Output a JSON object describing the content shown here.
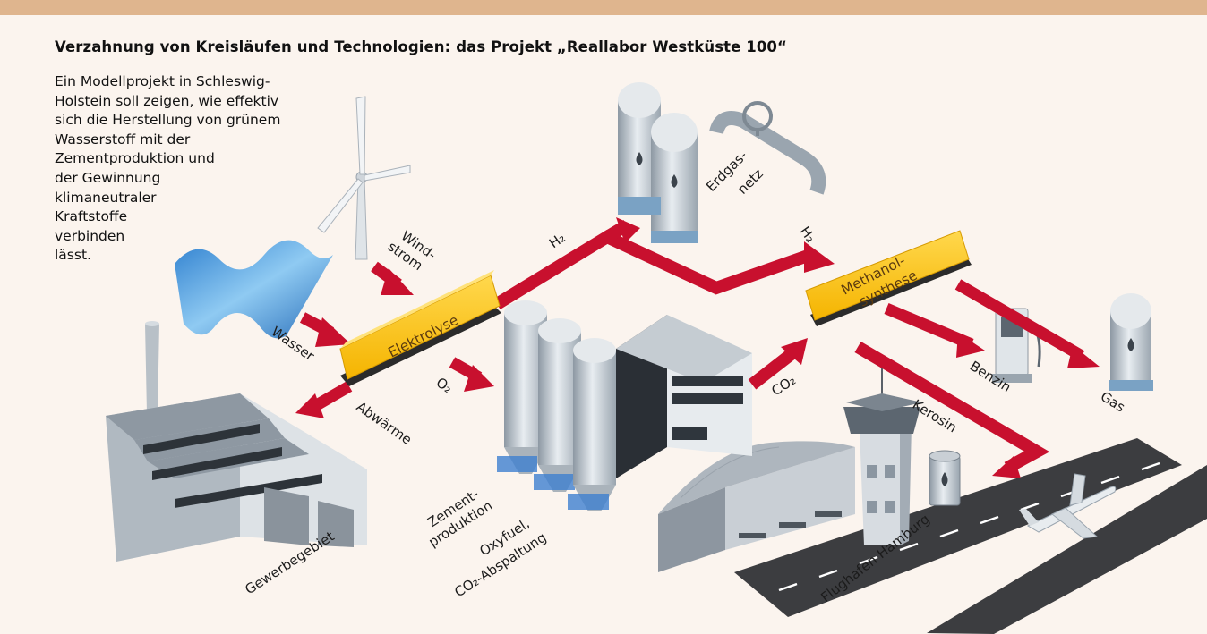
{
  "header": {
    "title": "Verzahnung von Kreisläufen und Technologien: das Projekt „Reallabor Westküste 100“"
  },
  "intro": {
    "lines": [
      "Ein Modellprojekt in Schleswig-",
      "Holstein soll zeigen, wie effektiv",
      "sich die Herstellung von grünem",
      "Wasserstoff mit der",
      "Zementproduktion und",
      "der Gewinnung",
      "klimaneutraler",
      "Kraftstoffe",
      "verbinden",
      "lässt."
    ]
  },
  "diagram": {
    "processes": {
      "elektrolyse": "Elektrolyse",
      "methanol_line1": "Methanol-",
      "methanol_line2": "synthese"
    },
    "flows": {
      "windstrom_line1": "Wind-",
      "windstrom_line2": "strom",
      "wasser": "Wasser",
      "abwaerme": "Abwärme",
      "h2_left": "H₂",
      "h2_right": "H₂",
      "o2": "O₂",
      "co2": "CO₂",
      "benzin": "Benzin",
      "gas": "Gas",
      "kerosin": "Kerosin"
    },
    "places": {
      "erdgasnetz_line1": "Erdgas-",
      "erdgasnetz_line2": "netz",
      "gewerbegebiet": "Gewerbegebiet",
      "zement_line1": "Zement-",
      "zement_line2": "produktion",
      "oxyfuel_line1": "Oxyfuel,",
      "oxyfuel_line2": "CO₂-Abspaltung",
      "flughafen": "Flughafen Hamburg"
    },
    "colors": {
      "flow_arrow": "#c8102e",
      "process_box": "#f5b400",
      "background": "#fbf4ee",
      "top_bar": "#dfb58e"
    }
  }
}
